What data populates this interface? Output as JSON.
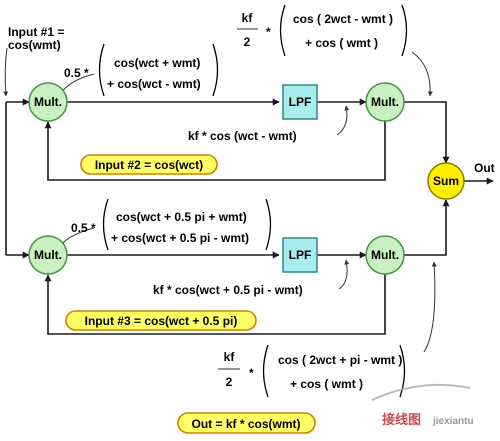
{
  "colors": {
    "mult_fill": "#c8f0c0",
    "mult_stroke": "#3f9a3f",
    "lpf_fill": "#a8ecec",
    "lpf_stroke": "#2f8a8a",
    "sum_fill": "#ffee00",
    "sum_stroke": "#8a7a00",
    "highlight_fill": "#ffff66",
    "highlight_stroke": "#d08000",
    "wire": "#1a1a1a"
  },
  "blocks": {
    "mult_top_left": "Mult.",
    "lpf_top": "LPF",
    "mult_top_right": "Mult.",
    "mult_bottom_left": "Mult.",
    "lpf_bottom": "LPF",
    "mult_bottom_right": "Mult.",
    "sum": "Sum"
  },
  "labels": {
    "input1_line1": "Input #1 =",
    "input1_line2": "cos(wmt)",
    "output": "Out",
    "input2": "Input #2 = cos(wct)",
    "input3": "Input #3 = cos(wct + 0.5 pi)",
    "out_formula": "Out = kf * cos(wmt)"
  },
  "expressions": {
    "top_mult_coef": "0.5 *",
    "top_mult_line1": "cos(wct + wmt)",
    "top_mult_line2": "+ cos(wct - wmt)",
    "top_lpf_out": "kf * cos (wct - wmt)",
    "top_right_num": "kf",
    "top_right_den": "2",
    "top_right_star": "*",
    "top_right_line1": "cos ( 2wct - wmt )",
    "top_right_line2": "+ cos ( wmt )",
    "bottom_mult_coef": "0.5 *",
    "bottom_mult_line1": "cos(wct + 0.5 pi + wmt)",
    "bottom_mult_line2": "+ cos(wct + 0.5 pi - wmt)",
    "bottom_lpf_out": "kf * cos(wct + 0.5 pi - wmt)",
    "bottom_right_num": "kf",
    "bottom_right_den": "2",
    "bottom_right_star": "*",
    "bottom_right_line1": "cos ( 2wct + pi - wmt )",
    "bottom_right_line2": "+ cos ( wmt )"
  },
  "watermark": {
    "line1": "接线图",
    "line2": "jiexiantu"
  }
}
